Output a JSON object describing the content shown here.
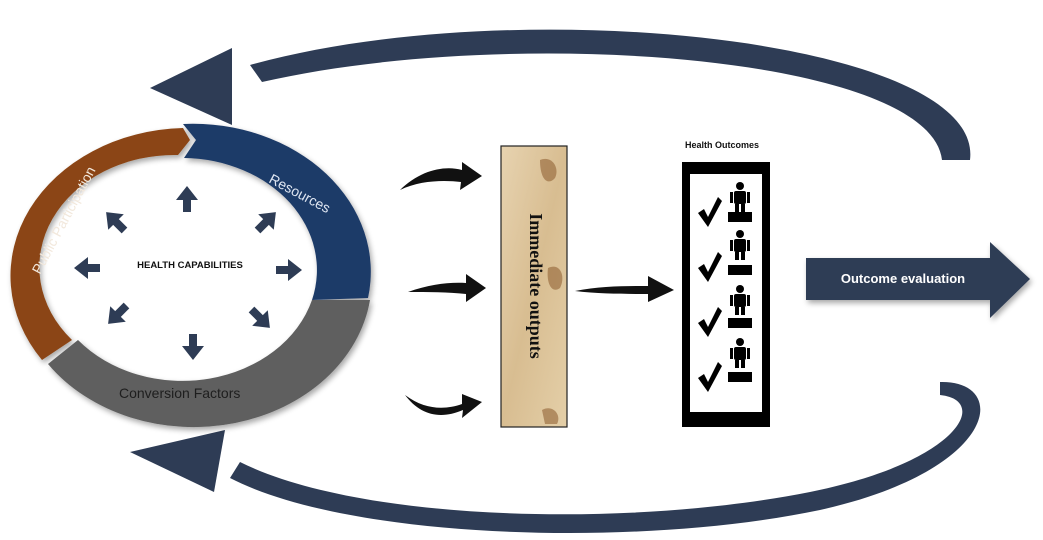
{
  "cycle": {
    "segments": {
      "public_participation": "Public Participation",
      "resources": "Resources",
      "conversion_factors": "Conversion Factors"
    },
    "center_label": "HEALTH CAPABILITIES"
  },
  "immediate_outputs_label": "Immediate outputs",
  "health_outcomes": {
    "title": "Health Outcomes"
  },
  "outcome_evaluation_label": "Outcome evaluation",
  "colors": {
    "brown": "#8B4513",
    "navy": "#1F3A68",
    "gray": "#5E5E5E",
    "arc_arrow": "#2E3C55",
    "eval_arrow": "#2E3C55",
    "small_arrow": "#2E3C55"
  }
}
